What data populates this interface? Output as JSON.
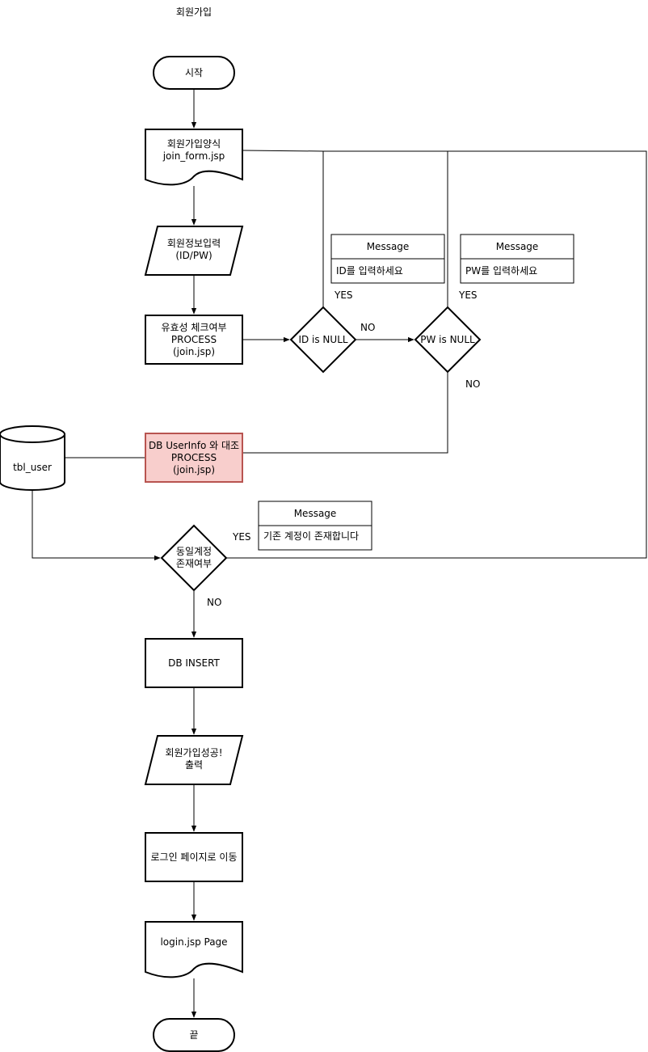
{
  "title": "회원가입",
  "nodes": {
    "start": "시작",
    "form": [
      "회원가입양식",
      "join_form.jsp"
    ],
    "input": [
      "회원정보입력",
      "(ID/PW)"
    ],
    "validate": [
      "유효성 체크여부",
      "PROCESS",
      "(join.jsp)"
    ],
    "id_null": "ID is NULL",
    "pw_null": "PW is NULL",
    "db_compare": [
      "DB UserInfo 와 대조",
      "PROCESS",
      "(join.jsp)"
    ],
    "tbl_user": "tbl_user",
    "dup_check": [
      "동일계정",
      "존재여부"
    ],
    "db_insert": "DB INSERT",
    "success": [
      "회원가입성공!",
      "출력"
    ],
    "goto_login": "로그인 페이지로 이동",
    "login_page": "login.jsp Page",
    "end": "끝"
  },
  "messages": {
    "id": {
      "header": "Message",
      "body": "ID를 입력하세요"
    },
    "pw": {
      "header": "Message",
      "body": "PW를 입력하세요"
    },
    "dup": {
      "header": "Message",
      "body": "기존 계정이 존재합니다"
    }
  },
  "edge_labels": {
    "id_yes": "YES",
    "id_no": "NO",
    "pw_yes": "YES",
    "pw_no": "NO",
    "dup_yes": "YES",
    "dup_no": "NO"
  },
  "colors": {
    "highlight_fill": "#f8cecc",
    "highlight_stroke": "#b85450"
  }
}
